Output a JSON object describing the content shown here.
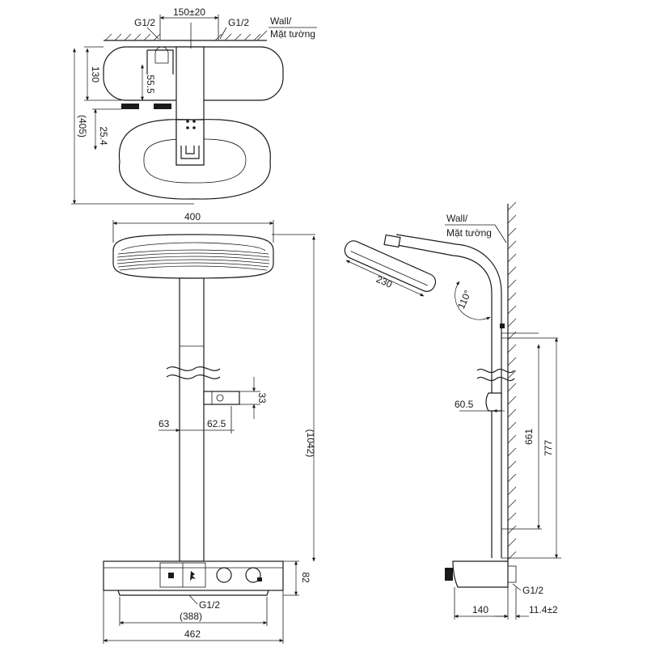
{
  "top_view": {
    "inlet_left": "G1/2",
    "inlet_spacing": "150±20",
    "inlet_right": "G1/2",
    "wall_label_en": "Wall/",
    "wall_label_vi": "Mặt tường",
    "dim_130": "130",
    "dim_55_5": "55.5",
    "dim_405": "(405)",
    "dim_25_4": "25.4"
  },
  "front_view": {
    "head_width": "400",
    "height_total": "(1042)",
    "holder_33": "33",
    "offset_63": "63",
    "offset_62_5": "62.5",
    "mixer_height": "82",
    "inlet_bottom": "G1/2",
    "width_388": "(388)",
    "width_462": "462"
  },
  "side_view": {
    "wall_label_en": "Wall/",
    "wall_label_vi": "Mặt tường",
    "head_diameter": "230",
    "angle": "110°",
    "holder_depth": "60.5",
    "dim_661": "661",
    "dim_777": "777",
    "inlet": "G1/2",
    "depth_140": "140",
    "dim_11_4": "11.4±2"
  }
}
